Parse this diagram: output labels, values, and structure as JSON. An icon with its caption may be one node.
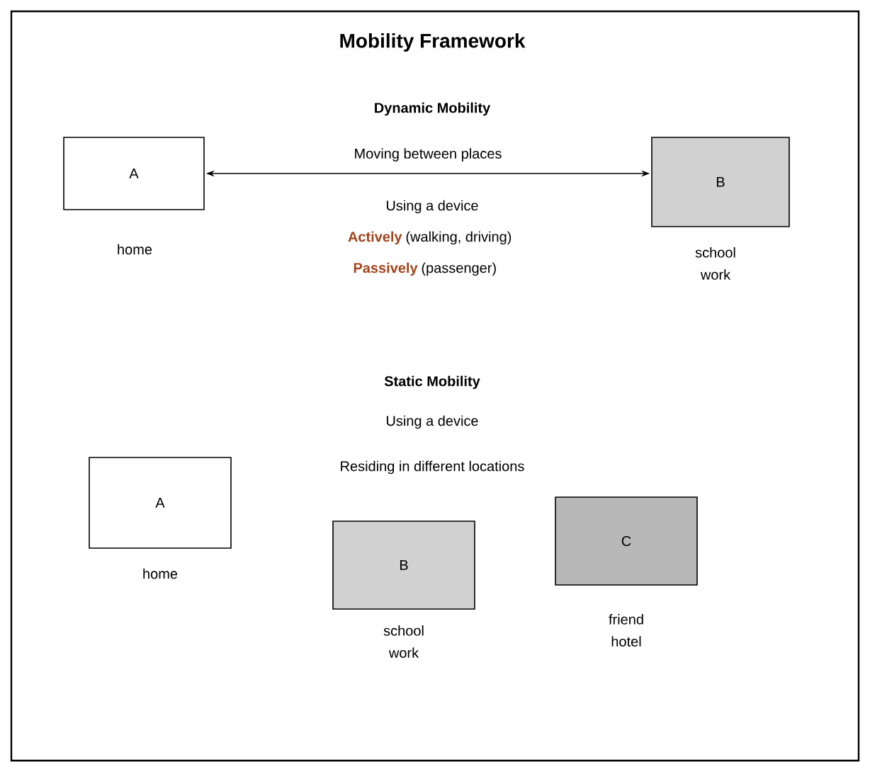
{
  "diagram": {
    "title": "Mobility Framework",
    "nodes": [
      {
        "text": [
          "A"
        ],
        "beside": [
          "home"
        ]
      },
      {
        "text": [
          "B"
        ],
        "beside": [
          "school work"
        ]
      },
      {
        "text": [
          "A"
        ],
        "beside": [
          "home"
        ]
      },
      {
        "text": [
          "B"
        ],
        "beside": [
          "school work"
        ]
      },
      {
        "text": [
          "C"
        ],
        "beside": [
          "friend hotel"
        ]
      }
    ],
    "edges": [
      {
        "from": 0,
        "to": 1,
        "arrow": "both",
        "label": "Moving between places"
      }
    ],
    "labels": [
      "Dynamic Mobility",
      "Using a device",
      "Actively",
      "(walking, driving)",
      "Passively",
      "(passenger)",
      "Static Mobility",
      "Using a device",
      "Residing in different locations"
    ]
  }
}
